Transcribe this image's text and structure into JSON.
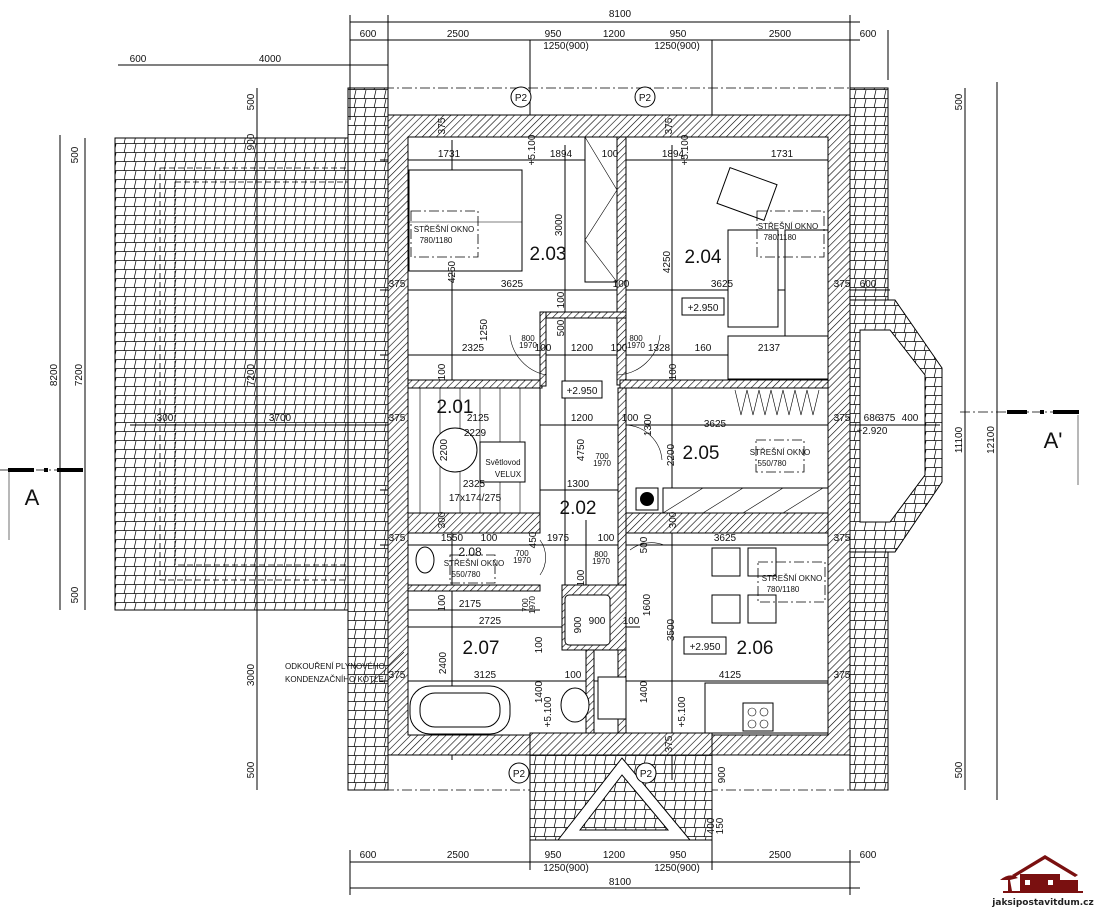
{
  "rooms": [
    "2.01",
    "2.02",
    "2.03",
    "2.04",
    "2.05",
    "2.06",
    "2.07",
    "2.08"
  ],
  "levels": [
    "+2.950",
    "+2.950",
    "+2.950"
  ],
  "roof_windows": [
    {
      "label": "STŘEŠNÍ OKNO",
      "size": "780/1180"
    },
    {
      "label": "STŘEŠNÍ OKNO",
      "size": "780/1180"
    },
    {
      "label": "STŘEŠNÍ OKNO",
      "size": "550/780"
    },
    {
      "label": "STŘEŠNÍ OKNO",
      "size": "550/780"
    },
    {
      "label": "STŘEŠNÍ OKNO",
      "size": "780/1180"
    }
  ],
  "skylight": {
    "line1": "Světlovod",
    "line2": "VELUX"
  },
  "markers": [
    "P2",
    "P2",
    "P2",
    "P2"
  ],
  "section": {
    "left": "A",
    "right": "A'"
  },
  "note": {
    "line1": "ODKOUŘENÍ PLYNOVÉHO",
    "line2": "KONDENZAČNÍHO KOTLE"
  },
  "logo": {
    "text": "jaksipostavitdum.cz",
    "color": "#7a1010"
  },
  "dimension_labels": [
    "8100",
    "600",
    "2500",
    "950",
    "1200",
    "950",
    "2500",
    "600",
    "1250(900)",
    "1250(900)",
    "600",
    "4000",
    "600",
    "2500",
    "950",
    "1200",
    "950",
    "2500",
    "600",
    "1250(900)",
    "1250(900)",
    "8100",
    "8200",
    "7200",
    "500",
    "500",
    "500",
    "900",
    "7200",
    "3000",
    "500",
    "300",
    "3700",
    "500",
    "11100",
    "12100",
    "500",
    "600",
    "686",
    "375",
    "400",
    "+2.920",
    "1731",
    "1894",
    "100",
    "1894",
    "1731",
    "+5.100",
    "+5.100",
    "3000",
    "4250",
    "4250",
    "375",
    "3625",
    "100",
    "3625",
    "375",
    "100",
    "1250",
    "500",
    "2325",
    "100",
    "1200",
    "100",
    "1328",
    "160",
    "2137",
    "100",
    "100",
    "375",
    "2125",
    "1200",
    "100",
    "1300",
    "3625",
    "375",
    "2229",
    "2200",
    "4750",
    "2200",
    "2325",
    "1300",
    "17x174/275",
    "300",
    "300",
    "375",
    "1550",
    "100",
    "1975",
    "100",
    "3625",
    "375",
    "450",
    "500",
    "100",
    "2175",
    "1600",
    "100",
    "2725",
    "900",
    "900",
    "100",
    "3500",
    "2400",
    "100",
    "375",
    "3125",
    "100",
    "4125",
    "375",
    "1400",
    "1400",
    "+5.100",
    "+5.100",
    "375",
    "375",
    "375",
    "900",
    "400",
    "150",
    "800",
    "1970",
    "800",
    "1970",
    "700",
    "1970",
    "700",
    "1970",
    "800",
    "1970",
    "700",
    "1970"
  ]
}
